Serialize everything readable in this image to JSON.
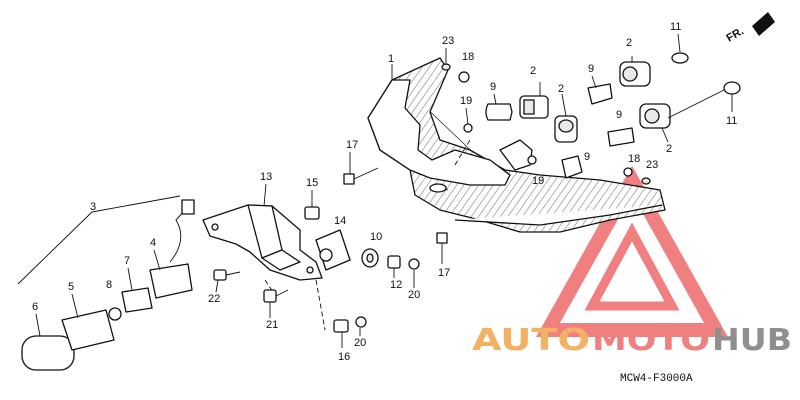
{
  "direction_label": "FR.",
  "diagram_code": "MCW4-F3000A",
  "watermark": {
    "part1": "AUTO",
    "part2": "MOTO",
    "part3": "HUB",
    "color1": "#f2b264",
    "color2": "#ef8080",
    "color3": "#8f8f8f"
  },
  "callouts": {
    "c1": "1",
    "c2a": "2",
    "c2b": "2",
    "c2c": "2",
    "c2d": "2",
    "c3": "3",
    "c4": "4",
    "c5": "5",
    "c6": "6",
    "c7": "7",
    "c8": "8",
    "c9a": "9",
    "c9b": "9",
    "c9c": "9",
    "c9d": "9",
    "c10": "10",
    "c11a": "11",
    "c11b": "11",
    "c12": "12",
    "c13": "13",
    "c14": "14",
    "c15": "15",
    "c16": "16",
    "c17a": "17",
    "c17b": "17",
    "c18a": "18",
    "c18b": "18",
    "c19a": "19",
    "c19b": "19",
    "c20a": "20",
    "c20b": "20",
    "c21": "21",
    "c22": "22",
    "c23a": "23",
    "c23b": "23"
  }
}
